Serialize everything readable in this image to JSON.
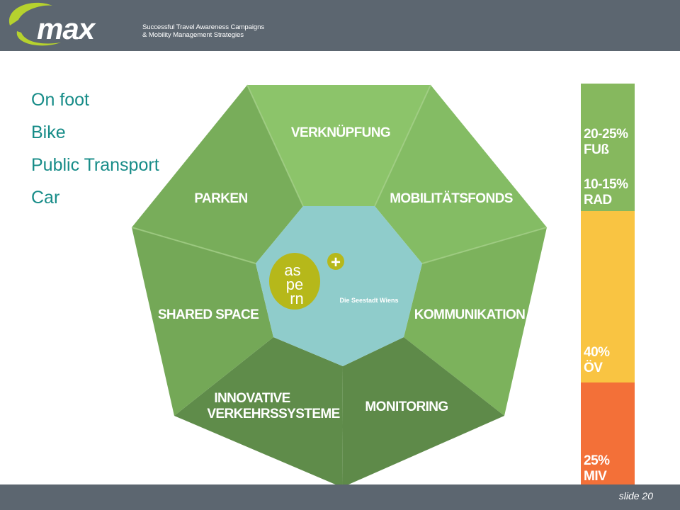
{
  "header": {
    "logo_text": "max",
    "tagline_line1": "Successful Travel Awareness Campaigns",
    "tagline_line2": "& Mobility Management Strategies"
  },
  "modes_list": [
    "On foot",
    "Bike",
    "Public Transport",
    "Car"
  ],
  "diagram": {
    "outer_segments": [
      "VERKNÜPFUNG",
      "MOBILITÄTSFONDS",
      "KOMMUNIKATION",
      "MONITORING",
      "INNOVATIVE",
      "VERKEHRSSYSTEME",
      "SHARED SPACE",
      "PARKEN"
    ],
    "center_logo_lines": [
      "as",
      "pe",
      "rn"
    ],
    "center_plus": "+",
    "center_subtitle": "Die Seestadt Wiens"
  },
  "modal_split": {
    "segments": [
      {
        "line1": "20-25%",
        "line2": "FUß",
        "color": "#86b85e"
      },
      {
        "line1": "10-15%",
        "line2": "RAD",
        "color": "#86b85e"
      },
      {
        "line1": "40%",
        "line2": "ÖV",
        "color": "#f9c442"
      },
      {
        "line1": "25%",
        "line2": "MIV",
        "color": "#f37038"
      }
    ]
  },
  "footer": {
    "slide_label": "slide 20"
  },
  "colors": {
    "header_bg": "#5c6670",
    "list_text": "#178c88",
    "segment_green": "#7fb462",
    "center_blue": "#8fcccb",
    "logo_lime": "#b6b81a"
  }
}
